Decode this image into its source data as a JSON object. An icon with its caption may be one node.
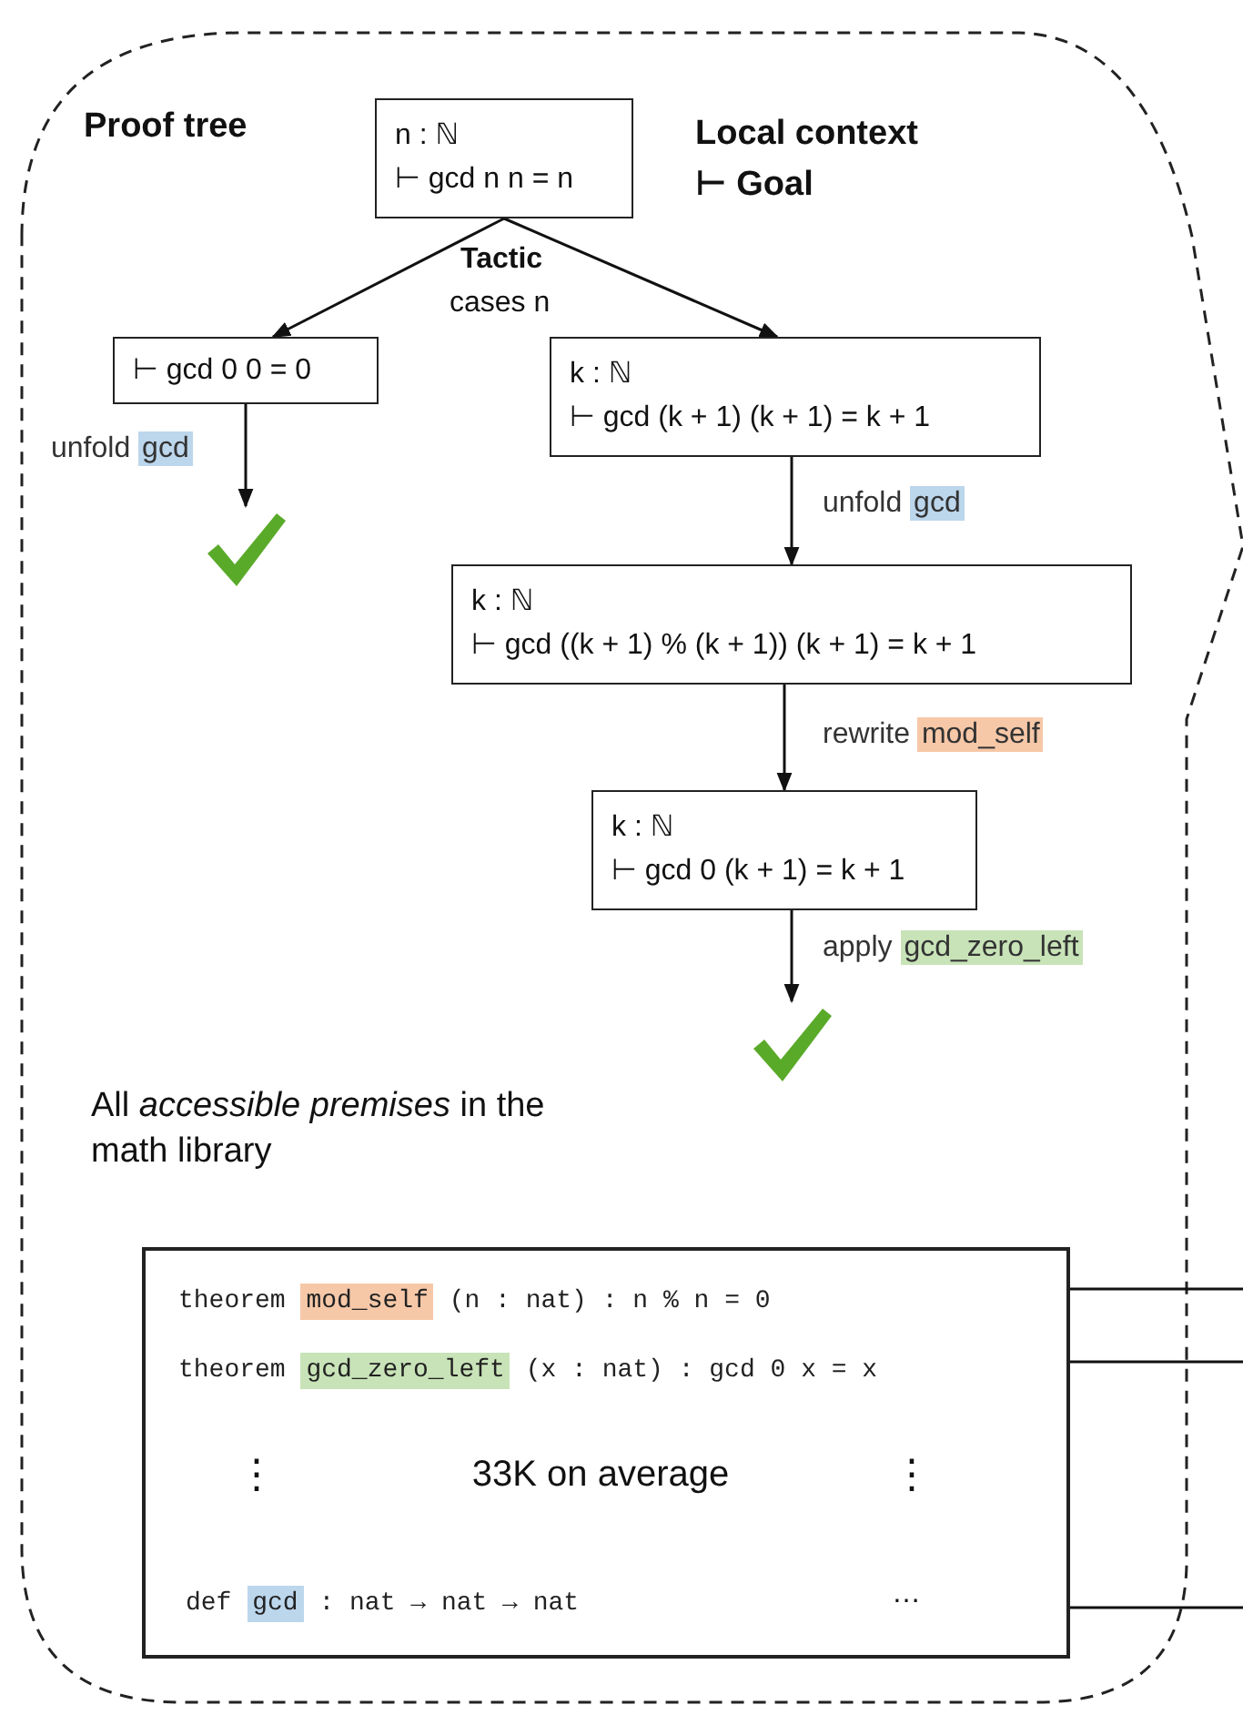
{
  "diagram": {
    "nodes": [
      {
        "text": [
          "n : ℕ",
          "⊢ gcd n n = n"
        ]
      },
      {
        "text": [
          "⊢ gcd 0 0 = 0"
        ]
      },
      {
        "text": [
          "k : ℕ",
          "⊢ gcd (k + 1) (k + 1) = k + 1"
        ]
      },
      {
        "text": [
          "k : ℕ",
          "⊢ gcd ((k + 1) % (k + 1)) (k + 1) = k + 1"
        ]
      },
      {
        "text": [
          "k : ℕ",
          "⊢ gcd 0 (k + 1) = k + 1"
        ]
      },
      {
        "text": [],
        "shape": "checkmark"
      },
      {
        "text": [],
        "shape": "checkmark"
      },
      {
        "text": [
          "theorem **mod_self** (n : nat) : n % n = 0",
          "theorem **gcd_zero_left** (x : nat) : gcd 0 x = x",
          "⋮",
          "33K on average",
          "⋮",
          "def **gcd** : nat → nat → nat",
          "…"
        ]
      }
    ],
    "edges": [
      {
        "from": 0,
        "to": 1,
        "arrow": "to"
      },
      {
        "from": 0,
        "to": 2,
        "arrow": "to"
      },
      {
        "from": 1,
        "to": 5,
        "arrow": "to",
        "label": "unfold **gcd**"
      },
      {
        "from": 2,
        "to": 3,
        "arrow": "to",
        "label": "unfold **gcd**"
      },
      {
        "from": 3,
        "to": 4,
        "arrow": "to",
        "label": "rewrite **mod_self**"
      },
      {
        "from": 4,
        "to": 6,
        "arrow": "to",
        "label": "apply **gcd_zero_left**"
      },
      {
        "from": 7,
        "to": null,
        "arrow": "none"
      },
      {
        "from": 7,
        "to": null,
        "arrow": "none"
      },
      {
        "from": 7,
        "to": null,
        "arrow": "none"
      }
    ],
    "labels": [
      "Proof tree",
      "Local context",
      "⊢ Goal",
      "Tactic",
      "cases n",
      "All *accessible premises* in the math library"
    ]
  }
}
